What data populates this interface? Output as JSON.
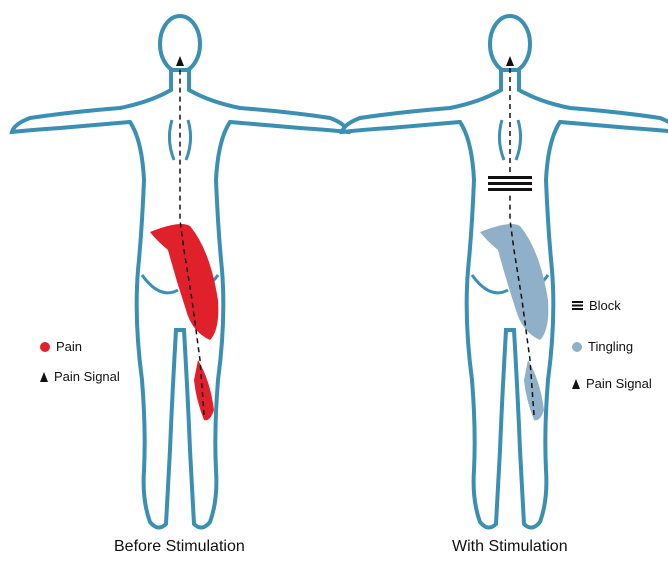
{
  "panels": [
    {
      "caption": "Before Stimulation"
    },
    {
      "caption": "With Stimulation"
    }
  ],
  "legend_left": [
    {
      "icon": "red-dot",
      "label": "Pain"
    },
    {
      "icon": "black-triangle",
      "label": "Pain Signal"
    }
  ],
  "legend_right": [
    {
      "icon": "three-bars",
      "label": "Block"
    },
    {
      "icon": "blue-dot",
      "label": "Tingling"
    },
    {
      "icon": "black-triangle",
      "label": "Pain Signal"
    }
  ],
  "colors": {
    "body_outline": "#3a8fb3",
    "body_fill": "#ffffff",
    "pain": "#e0202a",
    "tingling": "#8fb0c8",
    "signal": "#111111"
  }
}
